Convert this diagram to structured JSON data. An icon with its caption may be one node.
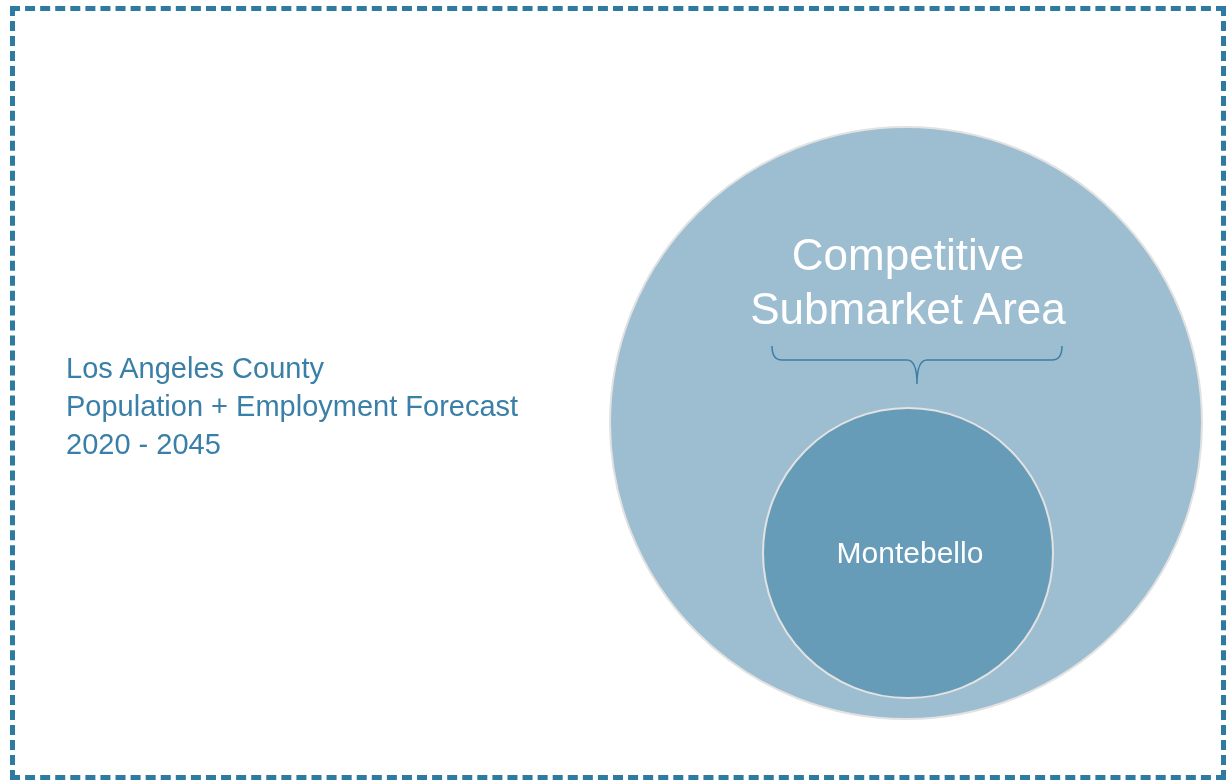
{
  "diagram": {
    "nodes": [
      {
        "text": [
          "Los Angeles County",
          "Population + Employment Forecast",
          "2020 - 2045"
        ]
      },
      {
        "text": [
          "Competitive Submarket Area"
        ],
        "in": 0
      },
      {
        "text": [
          "Montebello"
        ],
        "in": 1
      }
    ]
  }
}
